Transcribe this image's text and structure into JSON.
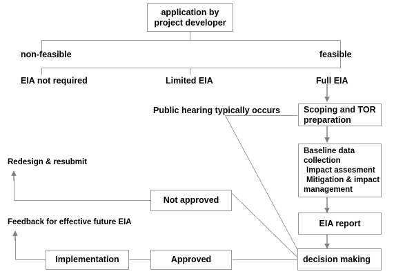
{
  "diagram": {
    "title": "EIA process flowchart",
    "colors": {
      "box_border": "#9a9a9a",
      "connector": "#9a9a9a",
      "arrowhead": "#808080",
      "text": "#000000",
      "background": "#ffffff"
    },
    "nodes": [
      {
        "id": "application",
        "lines": [
          "application by",
          "project developer"
        ]
      },
      {
        "id": "scoping",
        "lines": [
          "Scoping and TOR",
          "preparation"
        ]
      },
      {
        "id": "assessment",
        "lines": [
          "Baseline data",
          "collection",
          "Impact assesment",
          "Mitigation & impact",
          "management"
        ]
      },
      {
        "id": "eia_report",
        "lines": [
          "EIA report"
        ]
      },
      {
        "id": "decision_making",
        "lines": [
          "decision making"
        ]
      },
      {
        "id": "not_approved",
        "lines": [
          "Not approved"
        ]
      },
      {
        "id": "approved",
        "lines": [
          "Approved"
        ]
      },
      {
        "id": "implementation",
        "lines": [
          "Implementation"
        ]
      }
    ],
    "labels": [
      {
        "id": "non_feasible",
        "lines": [
          "non-feasible"
        ]
      },
      {
        "id": "feasible",
        "lines": [
          "feasible"
        ]
      },
      {
        "id": "eia_not_required",
        "lines": [
          "EIA not required"
        ]
      },
      {
        "id": "limited_eia",
        "lines": [
          "Limited EIA"
        ]
      },
      {
        "id": "full_eia",
        "lines": [
          "Full EIA"
        ]
      },
      {
        "id": "public_hearing",
        "lines": [
          "Public hearing",
          "typically occurs"
        ]
      },
      {
        "id": "redesign",
        "lines": [
          "Redesign",
          "& resubmit"
        ]
      },
      {
        "id": "feedback",
        "lines": [
          "Feedback for",
          "effective future EIA"
        ]
      }
    ]
  }
}
